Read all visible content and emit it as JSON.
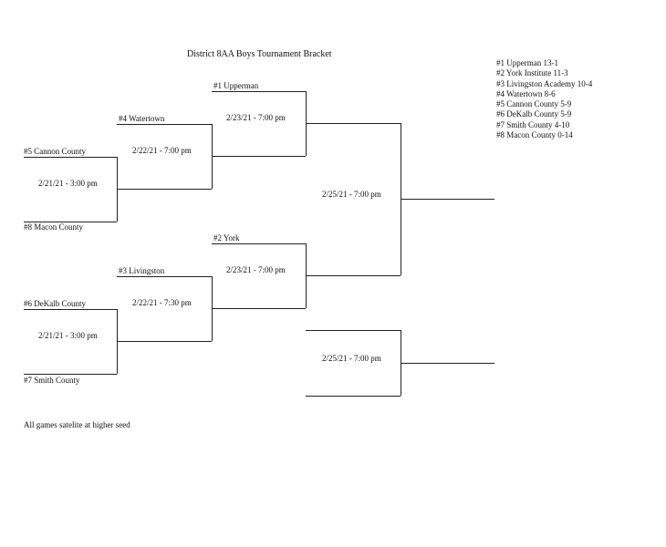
{
  "title": "District 8AA Boys Tournament Bracket",
  "seeds": [
    "#1 Upperman 13-1",
    "#2 York Institute 11-3",
    "#3 Livingston Academy 10-4",
    "#4 Watertown 8-6",
    "#5 Cannon County 5-9",
    "#6 DeKalb County 5-9",
    "#7 Smith County 4-10",
    "#8 Macon County 0-14"
  ],
  "teams": {
    "upperman": "#1 Upperman",
    "watertown": "#4 Watertown",
    "cannon": "#5 Cannon County",
    "macon": "#8 Macon County",
    "york": "#2 York",
    "livingston": "#3 Livingston",
    "dekalb": "#6 DeKalb County",
    "smith": "#7 Smith County"
  },
  "games": {
    "g1": "2/21/21 - 3:00 pm",
    "g2": "2/22/21 - 7:00 pm",
    "g3": "2/23/21 - 7:00 pm",
    "g4": "2/21/21 - 3:00 pm",
    "g5": "2/22/21 - 7:30 pm",
    "g6": "2/23/21 - 7:00 pm",
    "g7": "2/25/21 - 7:00 pm",
    "g8": "2/25/21 - 7:00 pm"
  },
  "footnote": "All games satelite at higher seed"
}
